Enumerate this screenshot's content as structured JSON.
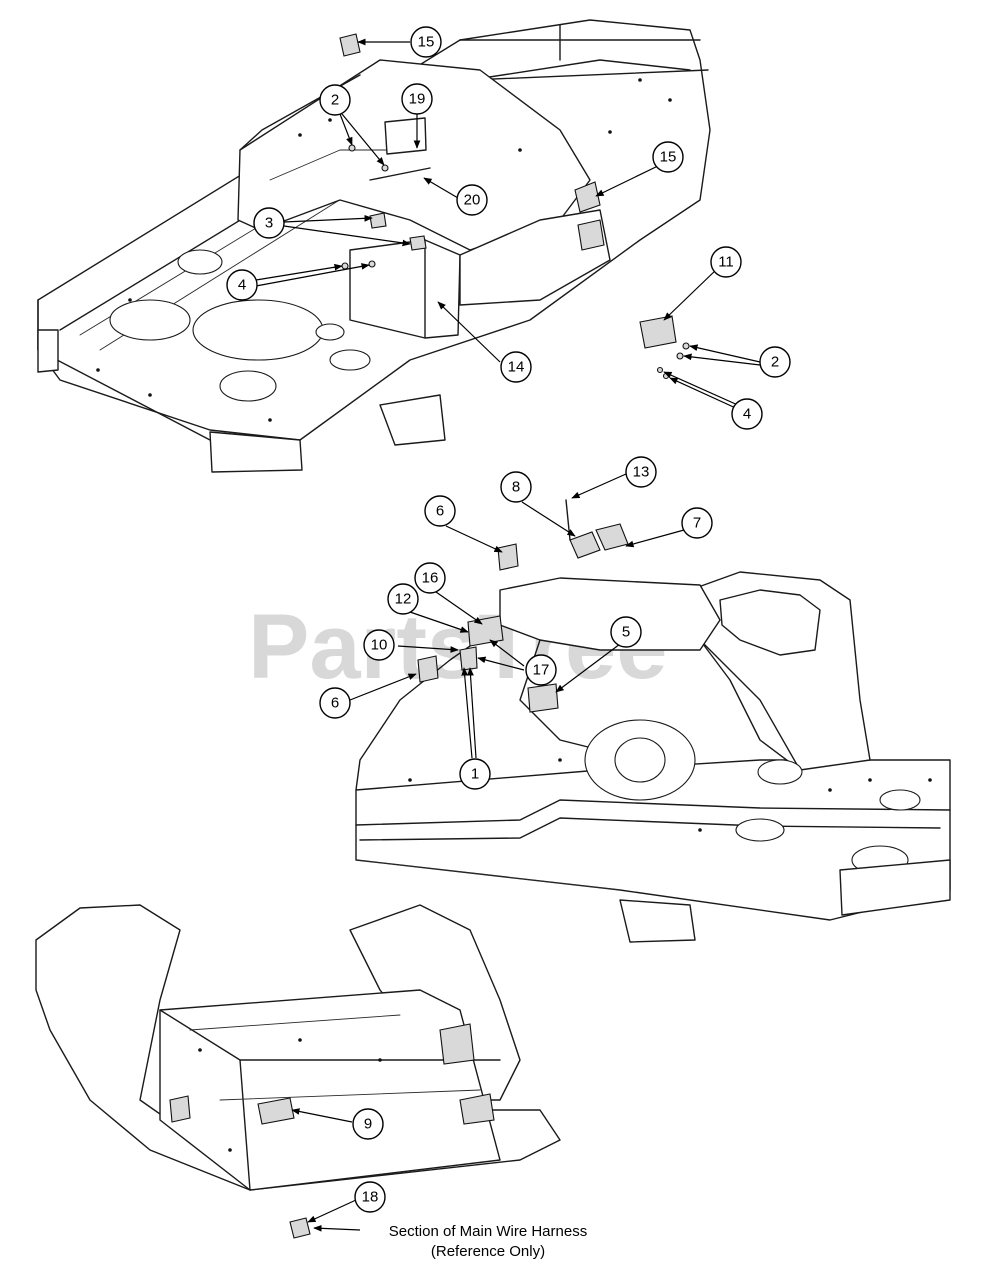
{
  "watermark": "PartsTree",
  "callouts": [
    {
      "id": "c15a",
      "label": "15"
    },
    {
      "id": "c2a",
      "label": "2"
    },
    {
      "id": "c19",
      "label": "19"
    },
    {
      "id": "c15b",
      "label": "15"
    },
    {
      "id": "c20",
      "label": "20"
    },
    {
      "id": "c3",
      "label": "3"
    },
    {
      "id": "c4a",
      "label": "4"
    },
    {
      "id": "c11",
      "label": "11"
    },
    {
      "id": "c14",
      "label": "14"
    },
    {
      "id": "c2b",
      "label": "2"
    },
    {
      "id": "c4b",
      "label": "4"
    },
    {
      "id": "c13",
      "label": "13"
    },
    {
      "id": "c8",
      "label": "8"
    },
    {
      "id": "c6a",
      "label": "6"
    },
    {
      "id": "c7",
      "label": "7"
    },
    {
      "id": "c16",
      "label": "16"
    },
    {
      "id": "c12",
      "label": "12"
    },
    {
      "id": "c5",
      "label": "5"
    },
    {
      "id": "c10",
      "label": "10"
    },
    {
      "id": "c17",
      "label": "17"
    },
    {
      "id": "c6b",
      "label": "6"
    },
    {
      "id": "c1",
      "label": "1"
    },
    {
      "id": "c9",
      "label": "9"
    },
    {
      "id": "c18",
      "label": "18"
    }
  ],
  "caption": {
    "line1": "Section of Main Wire Harness",
    "line2": "(Reference Only)"
  }
}
